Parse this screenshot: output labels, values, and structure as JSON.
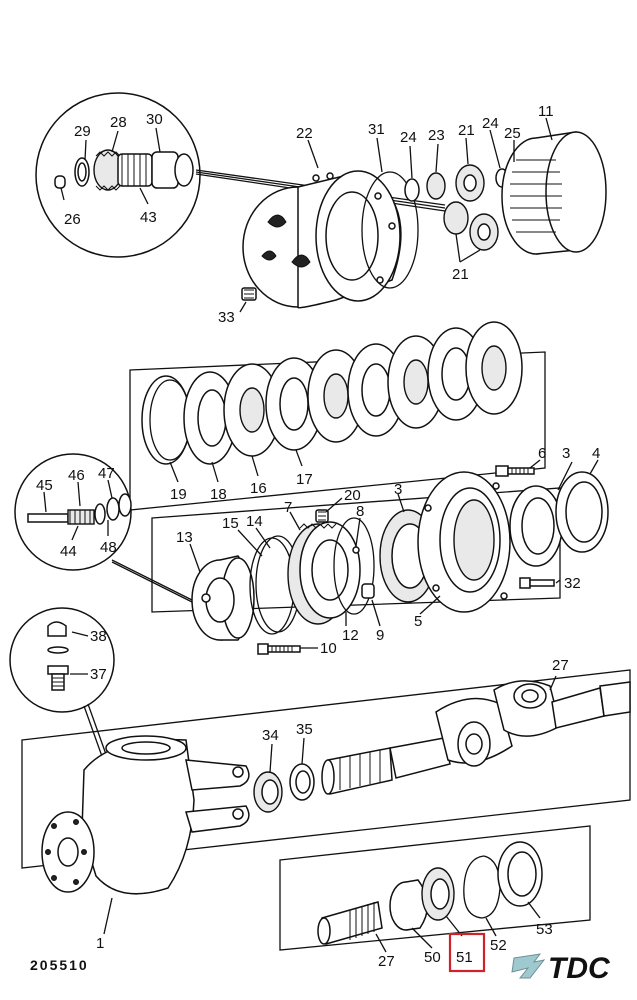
{
  "drawing": {
    "number": "205510",
    "highlighted_callout": "51",
    "highlight_color": "#d0222a",
    "logo": {
      "text": "TDC",
      "color": "#7f8f9c"
    }
  },
  "callouts": {
    "c1": "1",
    "c3a": "3",
    "c3b": "3",
    "c4": "4",
    "c5": "5",
    "c6": "6",
    "c7": "7",
    "c8": "8",
    "c9": "9",
    "c10": "10",
    "c11": "11",
    "c12": "12",
    "c13": "13",
    "c14": "14",
    "c15": "15",
    "c16": "16",
    "c17": "17",
    "c18": "18",
    "c19": "19",
    "c20": "20",
    "c21a": "21",
    "c21b": "21",
    "c22": "22",
    "c23": "23",
    "c24a": "24",
    "c24b": "24",
    "c25": "25",
    "c26": "26",
    "c27a": "27",
    "c27b": "27",
    "c28": "28",
    "c29": "29",
    "c30": "30",
    "c31": "31",
    "c32": "32",
    "c33": "33",
    "c34": "34",
    "c35": "35",
    "c37": "37",
    "c38": "38",
    "c43": "43",
    "c44": "44",
    "c45": "45",
    "c46": "46",
    "c47": "47",
    "c48": "48",
    "c50": "50",
    "c51": "51",
    "c52": "52",
    "c53": "53"
  },
  "icons": [
    "planetary-hub-assembly",
    "brake-disc-stack",
    "ring-gear-assembly",
    "axle-knuckle",
    "drive-shaft-universal-joint",
    "tdc-logo-icon"
  ]
}
